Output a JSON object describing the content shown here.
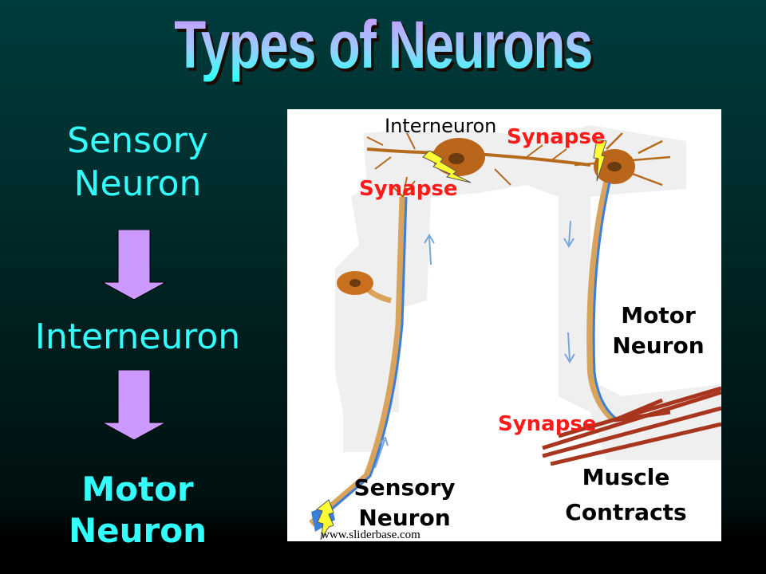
{
  "slide": {
    "title": "Types of Neurons",
    "flow": {
      "step1": "Sensory Neuron",
      "step1_line1": "Sensory",
      "step1_line2": "Neuron",
      "step2": "Interneuron",
      "step3_line1": "Motor",
      "step3_line2": "Neuron"
    },
    "colors": {
      "text_cyan": "#33ffff",
      "arrow_fill": "#cc99ff",
      "synapse_red": "#ff1a1a",
      "bolt_yellow": "#ffff33"
    }
  },
  "diagram": {
    "labels": {
      "interneuron": "Interneuron",
      "synapse_top_left": "Synapse",
      "synapse_top_right": "Synapse",
      "synapse_bottom": "Synapse",
      "motor_line1": "Motor",
      "motor_line2": "Neuron",
      "sensory_line1": "Sensory",
      "sensory_line2": "Neuron",
      "muscle_line1": "Muscle",
      "muscle_line2": "Contracts"
    },
    "watermark": "www.sliderbase.com"
  }
}
